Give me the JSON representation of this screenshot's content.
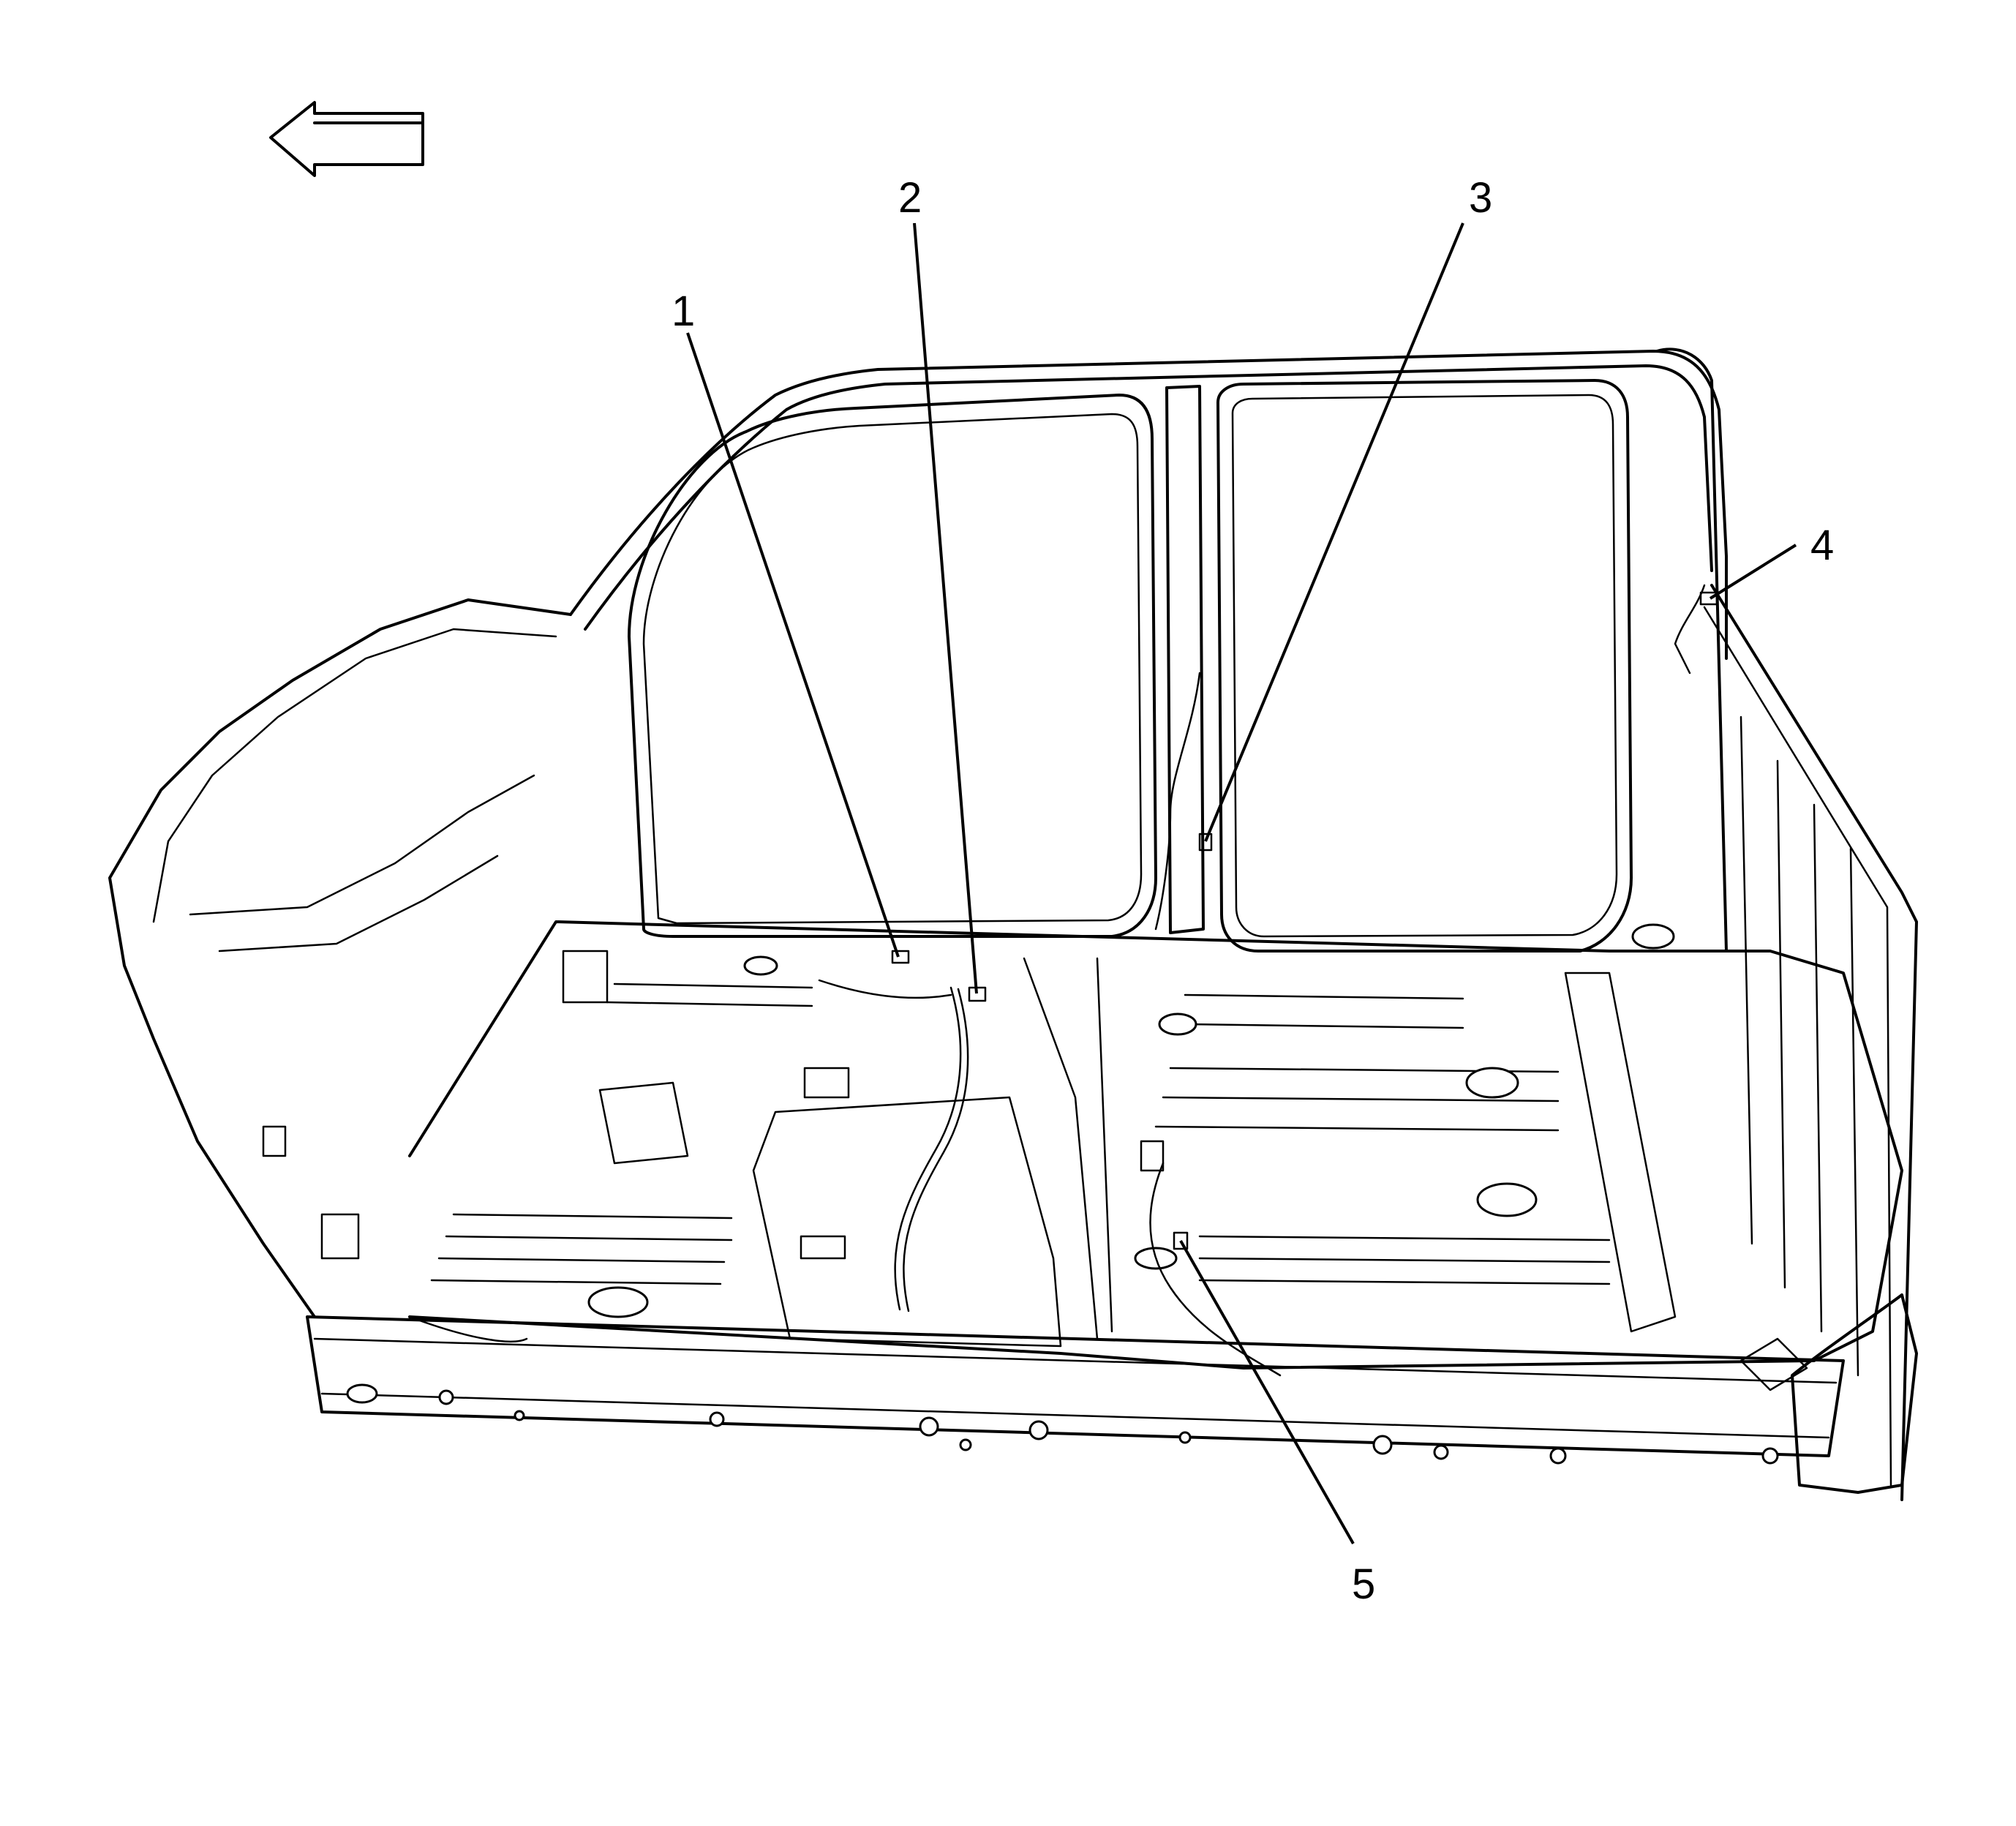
{
  "callouts": [
    {
      "id": "1",
      "label": "1"
    },
    {
      "id": "2",
      "label": "2"
    },
    {
      "id": "3",
      "label": "3"
    },
    {
      "id": "4",
      "label": "4"
    },
    {
      "id": "5",
      "label": "5"
    }
  ],
  "arrow": {
    "direction": "left",
    "meaning": "front-of-vehicle"
  },
  "colors": {
    "line": "#000000",
    "background": "#ffffff"
  }
}
